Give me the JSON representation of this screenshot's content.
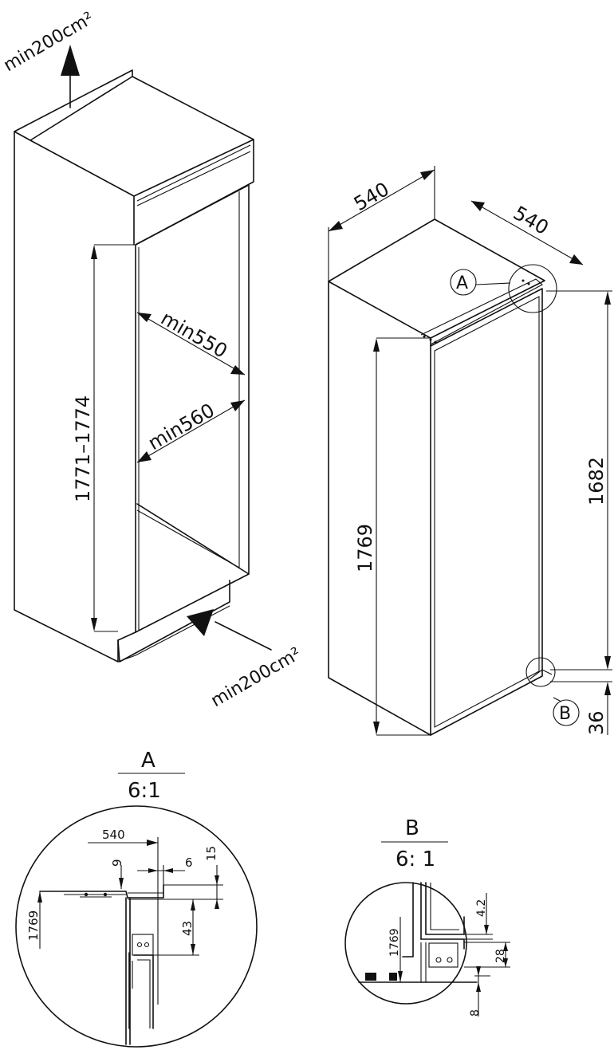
{
  "left_view": {
    "vent_top": "min200cm²",
    "vent_bottom": "min200cm²",
    "niche_height": "1771–1774",
    "niche_depth": "min550",
    "niche_width": "min560"
  },
  "right_view": {
    "width": "540",
    "depth": "540",
    "total_height": "1769",
    "hinge_span": "1682",
    "bottom_offset": "36",
    "callout_a": "A",
    "callout_b": "B"
  },
  "detail_a": {
    "label": "A",
    "scale": "6:1",
    "dim_540": "540",
    "dim_9": "9",
    "dim_6": "6",
    "dim_15": "15",
    "dim_43": "43",
    "dim_1769": "1769"
  },
  "detail_b": {
    "label": "B",
    "scale": "6: 1",
    "dim_42": "4.2",
    "dim_1769": "1769",
    "dim_28": "28",
    "dim_8": "8"
  }
}
